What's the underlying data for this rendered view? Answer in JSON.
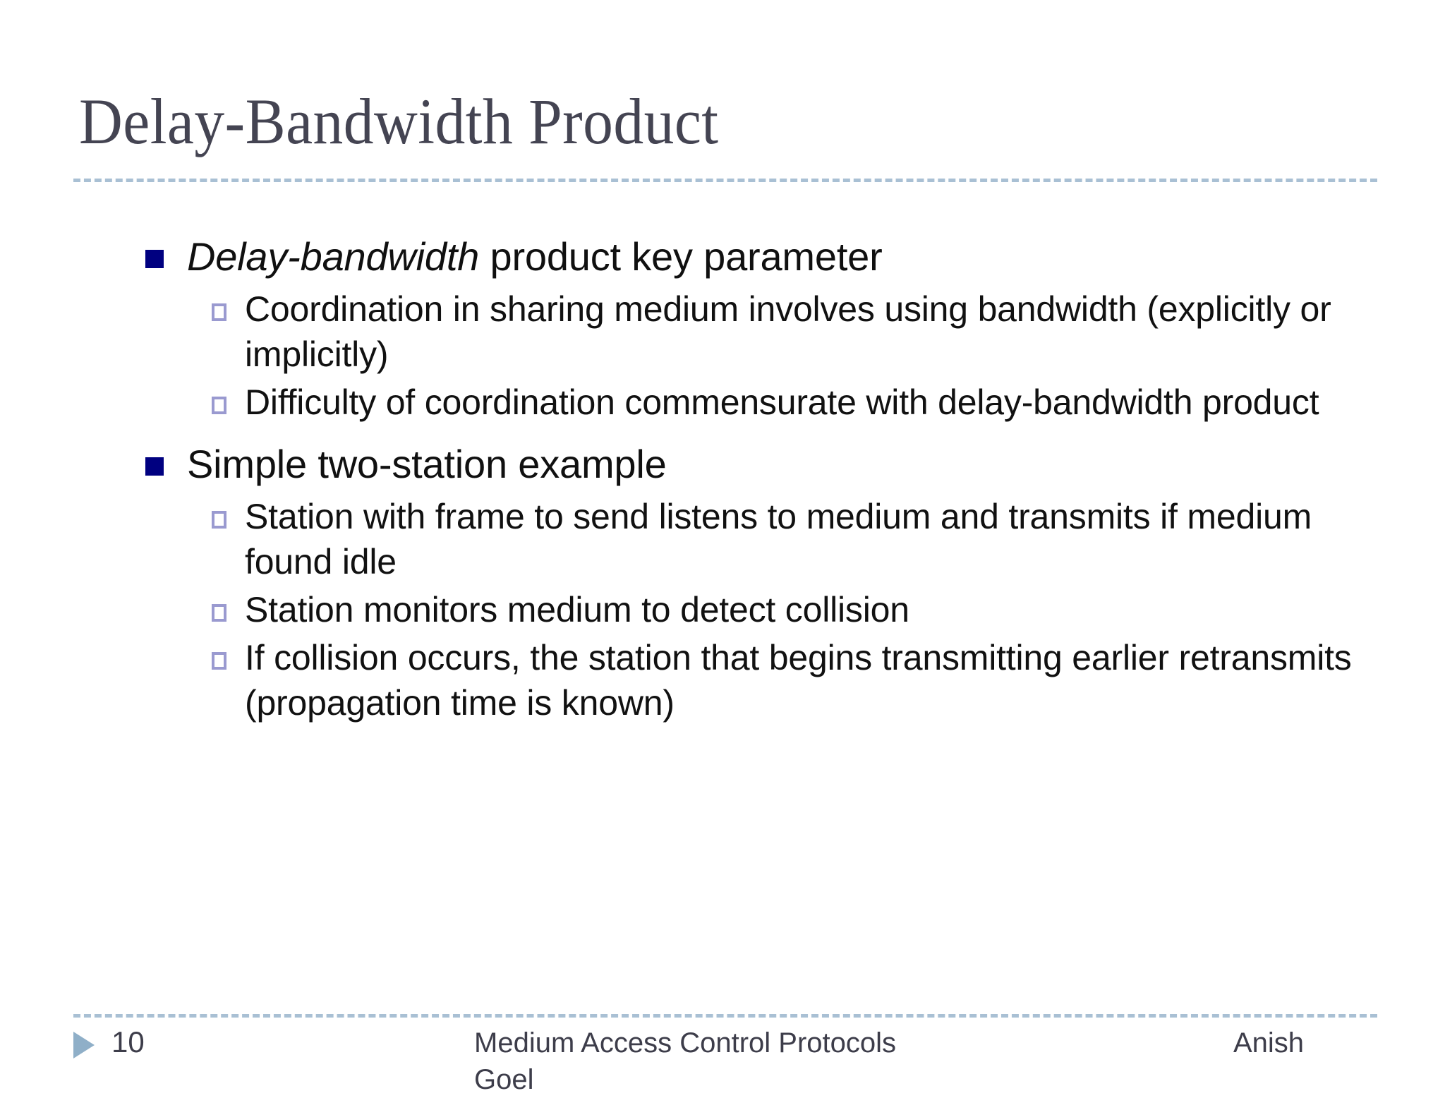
{
  "slide": {
    "title": "Delay-Bandwidth Product",
    "accent_colors": {
      "title_text": "#444452",
      "rule": "#a9c0d4",
      "level1_bullet": "#000080",
      "level2_bullet": "#9a9ad0",
      "footer_triangle": "#8fafc8",
      "footer_text": "#3d3d4a",
      "body_text": "#101010"
    },
    "bullets": [
      {
        "level": 1,
        "text_italic": "Delay-bandwidth",
        "text_plain": " product key parameter"
      },
      {
        "level": 2,
        "text": "Coordination in sharing medium involves using bandwidth (explicitly or implicitly)"
      },
      {
        "level": 2,
        "text": "Difficulty of coordination commensurate with delay-bandwidth product"
      },
      {
        "level": 1,
        "text_italic": "",
        "text_plain": "Simple two-station example"
      },
      {
        "level": 2,
        "text": "Station with frame to send listens to medium and transmits if medium found idle"
      },
      {
        "level": 2,
        "text": "Station monitors medium to detect collision"
      },
      {
        "level": 2,
        "text": "If collision occurs, the station that begins transmitting earlier retransmits (propagation time is known)"
      }
    ],
    "footer": {
      "slide_number": "10",
      "center_text": "Medium Access Control Protocols Goel",
      "right_text": "Anish"
    }
  }
}
